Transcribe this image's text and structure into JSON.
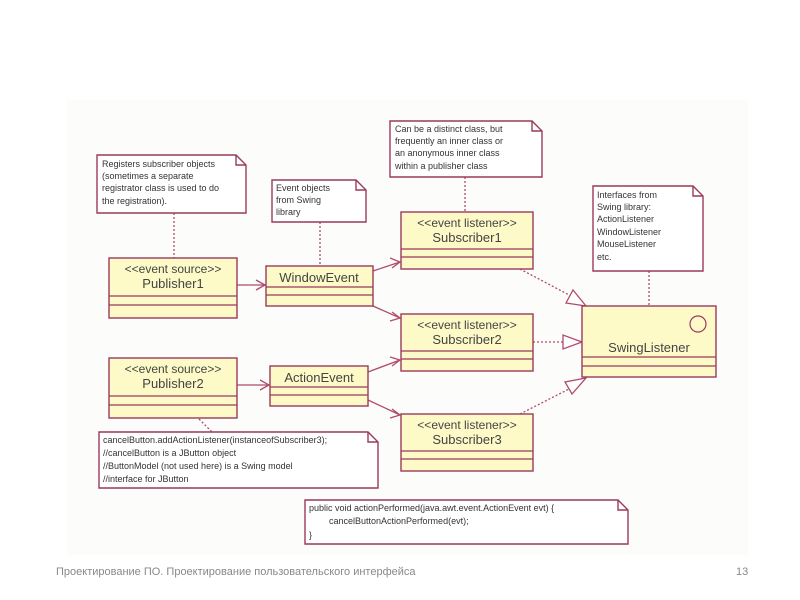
{
  "diagram": {
    "classes": {
      "publisher1": {
        "stereotype": "<<event source>>",
        "name": "Publisher1"
      },
      "publisher2": {
        "stereotype": "<<event source>>",
        "name": "Publisher2"
      },
      "window_event": {
        "name": "WindowEvent"
      },
      "action_event": {
        "name": "ActionEvent"
      },
      "subscriber1": {
        "stereotype": "<<event listener>>",
        "name": "Subscriber1"
      },
      "subscriber2": {
        "stereotype": "<<event listener>>",
        "name": "Subscriber2"
      },
      "subscriber3": {
        "stereotype": "<<event listener>>",
        "name": "Subscriber3"
      },
      "swing_listener": {
        "name": "SwingListener",
        "icon": "interface-circle-icon"
      }
    },
    "notes": {
      "registers": [
        "Registers subscriber objects",
        "(sometimes a separate",
        "registrator class is used to do",
        "the registration)."
      ],
      "event_objects": [
        "Event objects",
        "from Swing",
        "library"
      ],
      "distinct_class": [
        "Can be a distinct class, but",
        "frequently an inner class or",
        "an anonymous inner class",
        "within a publisher class"
      ],
      "interfaces": [
        "Interfaces from",
        "Swing library:",
        "ActionListener",
        "WindowListener",
        "MouseListener",
        "etc."
      ],
      "cancel_button": [
        "cancelButton.addActionListener(instanceofSubscriber3);",
        "//cancelButton is a JButton object",
        "//ButtonModel (not used here) is a Swing model",
        "//interface for JButton"
      ],
      "action_performed": [
        "public void actionPerformed(java.awt.event.ActionEvent evt) {",
        "        cancelButtonActionPerformed(evt);",
        "}"
      ]
    }
  },
  "footer": {
    "title": "Проектирование ПО. Проектирование пользовательского интерфейса",
    "page_number": "13"
  },
  "colors": {
    "class_fill": "#fdfac8",
    "border": "#9a3a5c",
    "connector": "#b04a6e"
  }
}
